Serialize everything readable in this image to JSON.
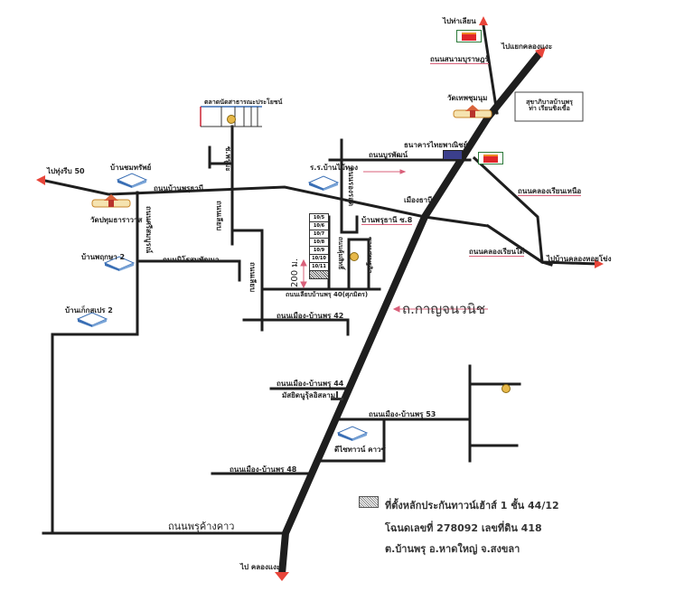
{
  "map": {
    "colors": {
      "road": "#1e1e1e",
      "arrow": "#e8453a",
      "underline": "#d9607a",
      "building_blue": "#3a6fb5"
    },
    "main_road_label": "ถ.กาญจนวนิช",
    "distance_label": "200 ม.",
    "labels": {
      "to_top_north": "ไปท่าเลียน",
      "to_top_ne": "ไปแยกคลองแงะ",
      "road_sadao": "ถนนสนามบุราษฎร์",
      "temple_top": "วัดเทพชุมนุม",
      "gov_office": "สุขาภิบาลบ้านพรุ ท่า เรียนชิงเขื่อ",
      "market_top": "ตลาดนัดสาธารณะประโยชน์",
      "soi_top": "ซ.พรุมะ",
      "school_banpru": "ร.ร.บ้านไม้ทอง",
      "bank": "ธนาคารไทยพาณิชย์",
      "road_buri": "ถนนบูรพัฒน์",
      "to_left": "ไปทุ่งรีบ 50",
      "house_left1": "บ้านชมทรัพย์",
      "road_banpru_thani": "ถนนบ้านพรุธานี",
      "temple_left": "วัดปทุมธาราวาส",
      "road_srisomboon": "ถนนศรีสมบูรณ์",
      "road_mid_v": "ถนนเลียบ",
      "road_mid_v2": "ถนนเลียบ",
      "soi_v3": "ถนนรองรอด",
      "mueang_thani": "เมืองธานี",
      "banpru_thani_8": "บ้านพรุธานี ซ.8",
      "road_khlong_north": "ถนนคลองเรียนเหนือ",
      "road_khlong_south": "ถนนคลองเรียนใต้",
      "to_right": "ไปบ้านคลองหอยโข่ง",
      "house_left2": "บ้านพฤกษา 2",
      "road_patthana": "ถนนนิโรสมพัฒนา",
      "house_left3": "บ้านเก็กสเปร 2",
      "soi_inner1": "ถนนคุ้มสิทธิ์",
      "soi_inner2": "ซอยเศรษฐกิจ",
      "road_soi40": "ถนนเลียบบ้านพรุ 40(ศุภมิตร)",
      "road_42": "ถนนเมือง-บ้านพรุ 42",
      "road_44": "ถนนเมือง-บ้านพรุ 44",
      "mosque": "มัสยิดนูรุ้ลอิสลาม",
      "road_53": "ถนนเมือง-บ้านพรุ 53",
      "house_bottom": "ดีไซทาวน์ คาวซ์",
      "road_48": "ถนนเมือง-บ้านพรุ 48",
      "road_phru_khangkhao": "ถนนพรุค้างคาว",
      "to_bottom": "ไป คลองแงะ"
    },
    "lots": [
      "10/5",
      "10/6",
      "10/7",
      "10/8",
      "10/9",
      "10/10",
      "10/11"
    ],
    "legend": {
      "line1": "ที่ตั้งหลักประกันทาวน์เฮ้าส์ 1 ชั้น 44/12",
      "line2": "โฉนดเลขที่ 278092 เลขที่ดิน 418",
      "line3": "ต.บ้านพรุ อ.หาดใหญ่ จ.สงขลา"
    }
  }
}
